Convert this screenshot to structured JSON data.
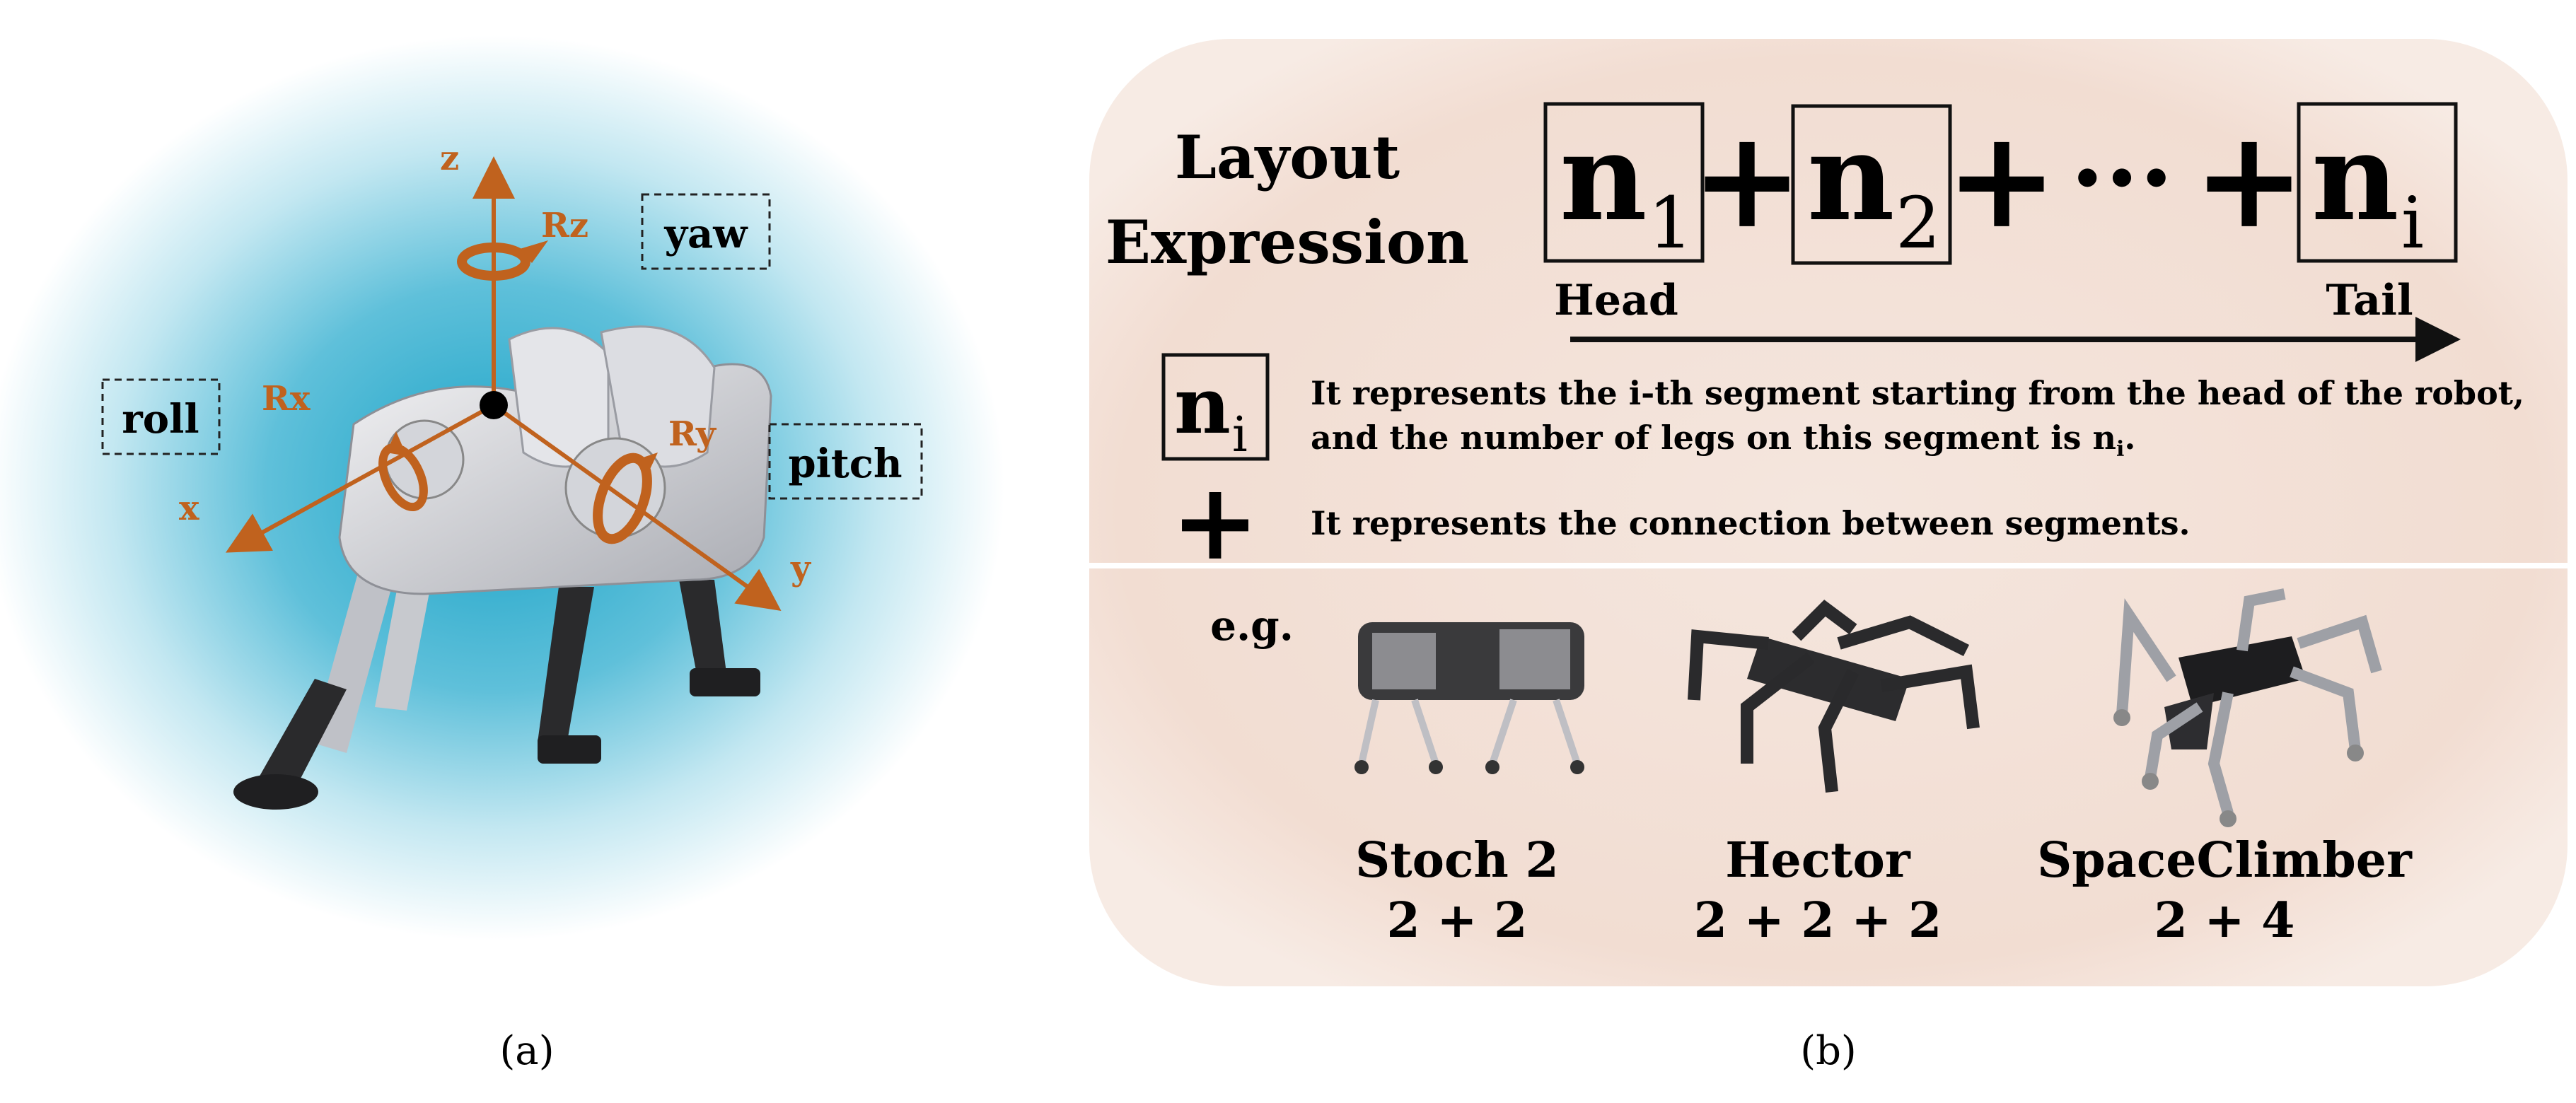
{
  "panel_a": {
    "axes": {
      "x": "x",
      "y": "y",
      "z": "z",
      "rx": "Rx",
      "ry": "Ry",
      "rz": "Rz"
    },
    "motions": {
      "roll": "roll",
      "pitch": "pitch",
      "yaw": "yaw"
    },
    "caption": "(a)",
    "colors": {
      "axis": "#c0621e",
      "glow": "#33aacc"
    }
  },
  "panel_b": {
    "title_line1": "Layout",
    "title_line2": "Expression",
    "terms": [
      {
        "base": "n",
        "sub": "1"
      },
      {
        "base": "n",
        "sub": "2"
      },
      {
        "base": "n",
        "sub": "i"
      }
    ],
    "plus": "+",
    "ellipsis": "···",
    "head_label": "Head",
    "tail_label": "Tail",
    "legend": {
      "segment_symbol_base": "n",
      "segment_symbol_sub": "i",
      "segment_text_line1": "It represents the i-th segment starting from the head of the robot,",
      "segment_text_line2_prefix": "and the number of legs on this segment is n",
      "segment_text_line2_sub": "i",
      "segment_text_line2_suffix": ".",
      "connection_symbol": "+",
      "connection_text": "It represents the connection between segments."
    },
    "examples_label": "e.g.",
    "examples": [
      {
        "name": "Stoch 2",
        "expression": "2 + 2"
      },
      {
        "name": "Hector",
        "expression": "2 + 2 + 2"
      },
      {
        "name": "SpaceClimber",
        "expression": "2 + 4"
      }
    ],
    "caption": "(b)",
    "colors": {
      "panel_bg": "#f6e4da"
    }
  }
}
